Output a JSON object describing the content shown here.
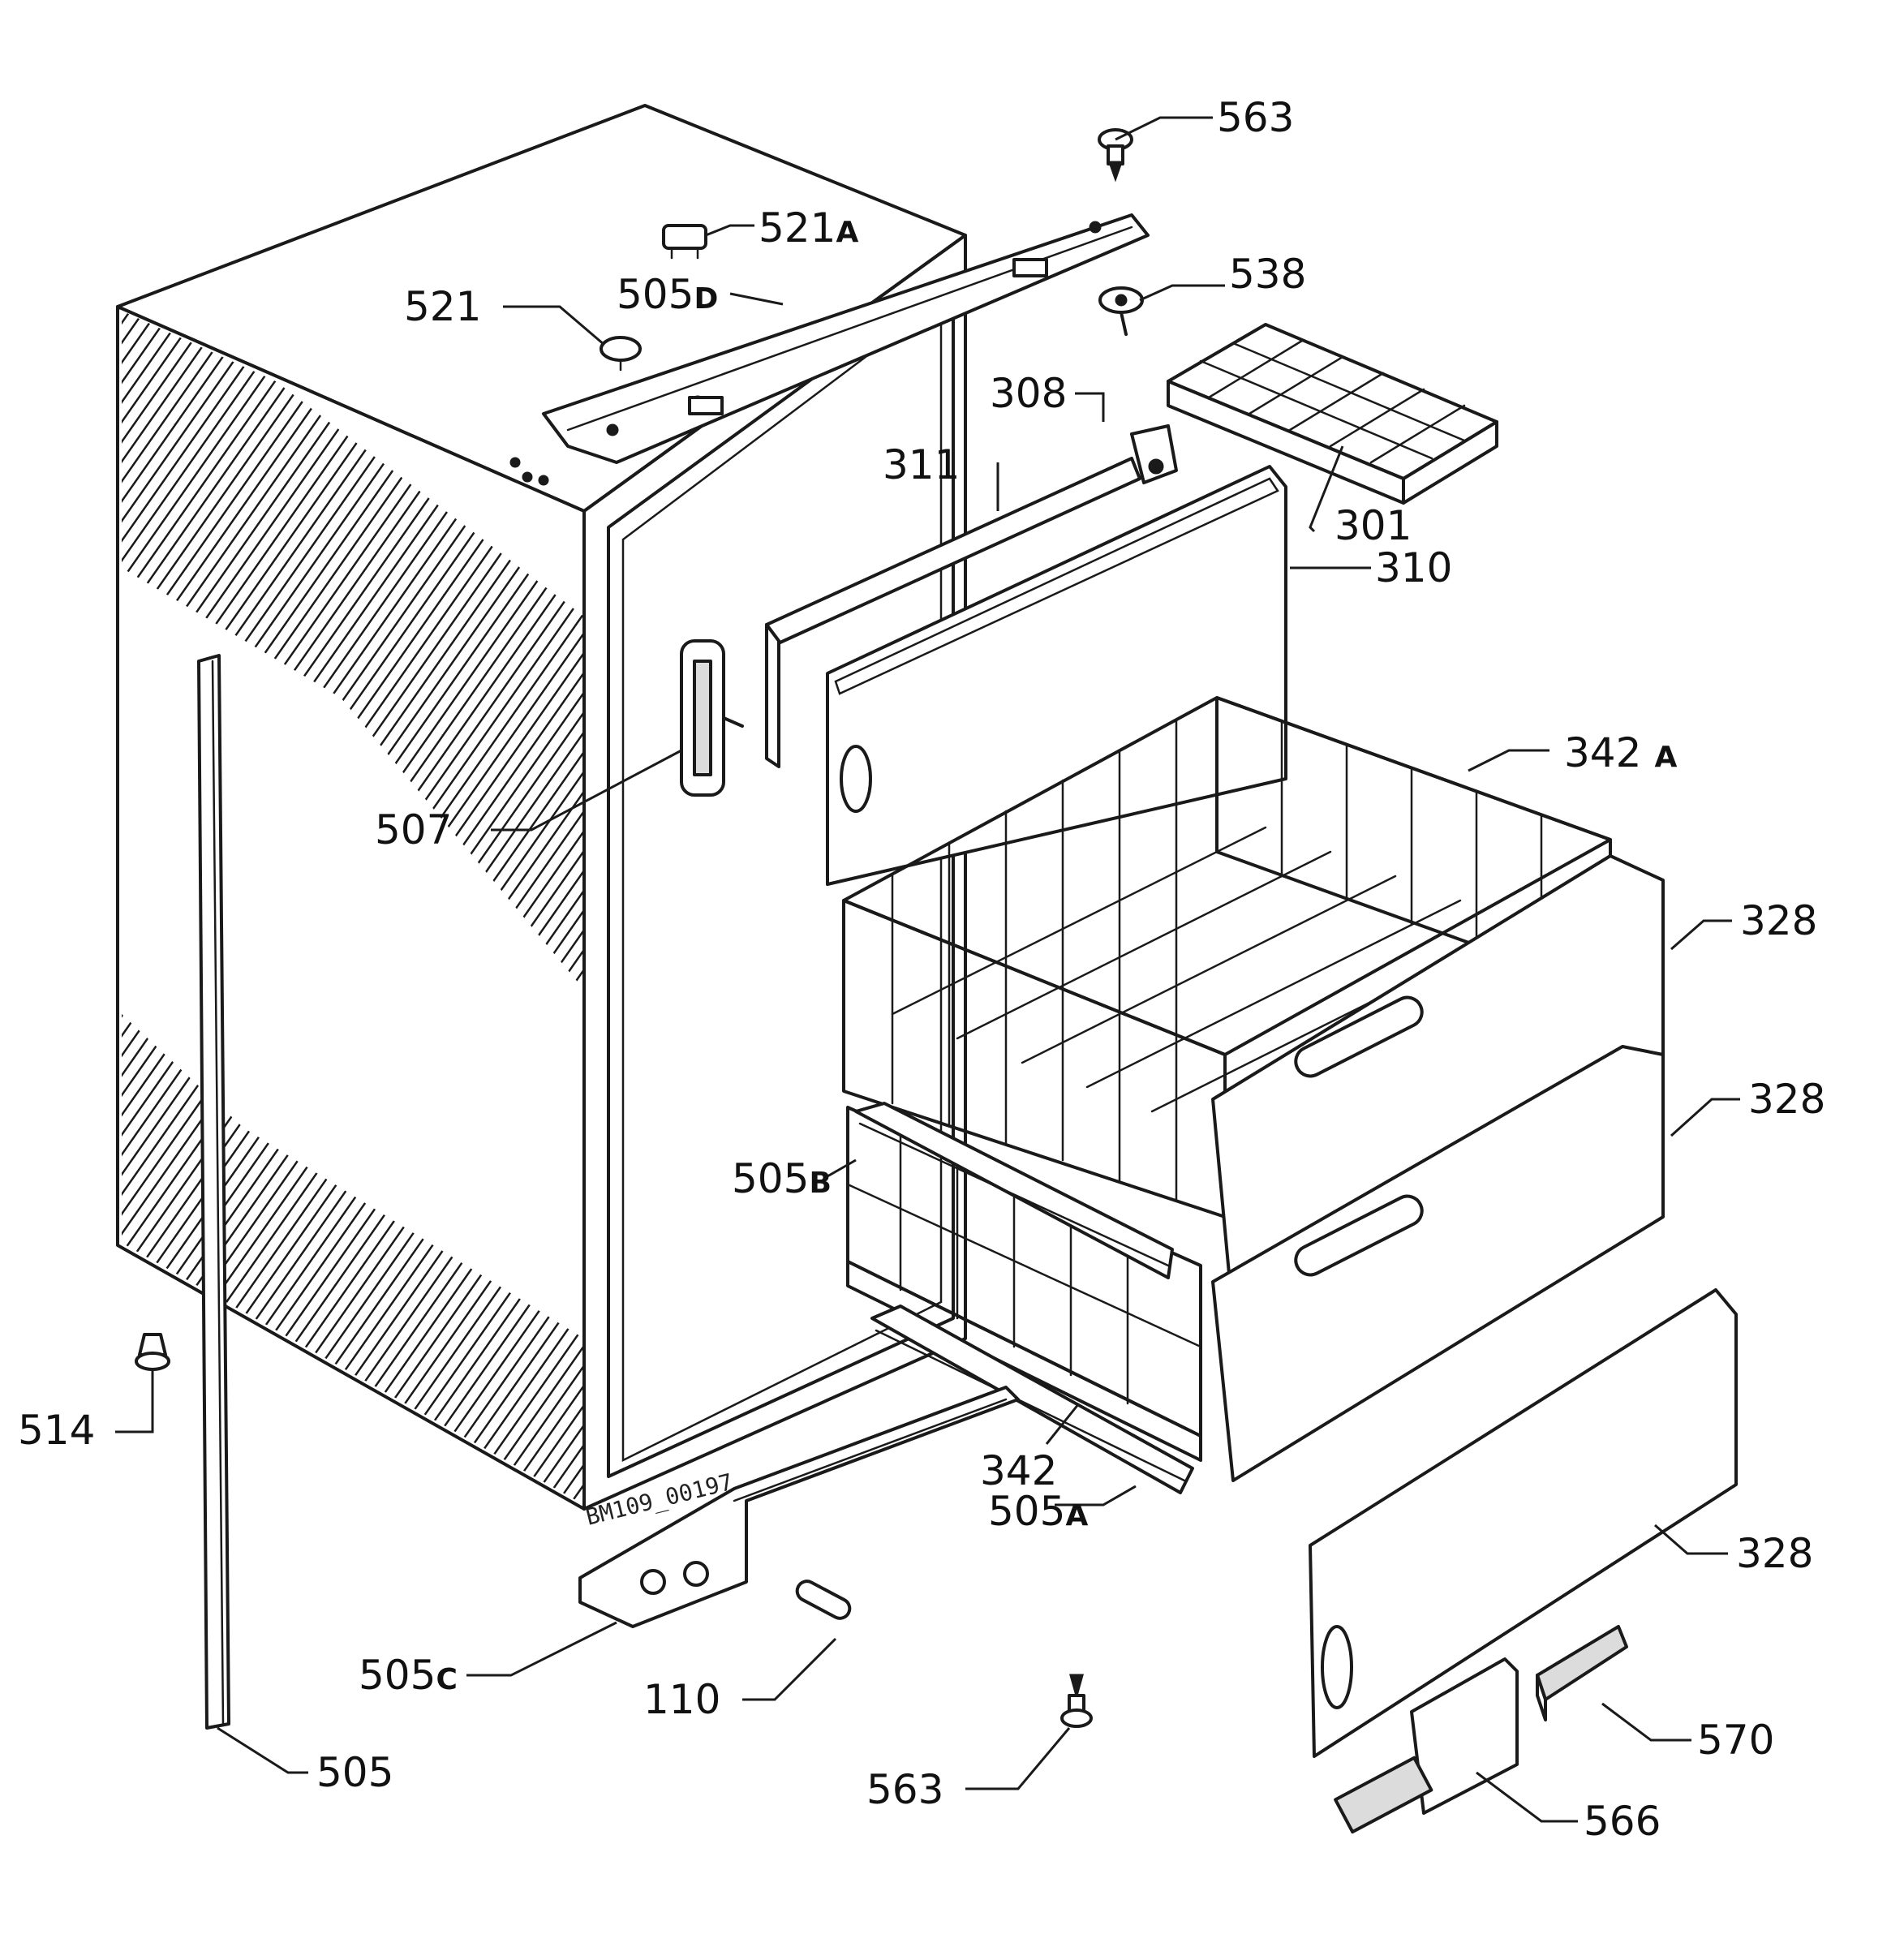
{
  "callouts": [
    {
      "id": "c563t",
      "num": "563",
      "suffix": ""
    },
    {
      "id": "c521A",
      "num": "521",
      "suffix": "A"
    },
    {
      "id": "c538",
      "num": "538",
      "suffix": ""
    },
    {
      "id": "c521",
      "num": "521",
      "suffix": ""
    },
    {
      "id": "c505D",
      "num": "505",
      "suffix": "D"
    },
    {
      "id": "c308",
      "num": "308",
      "suffix": ""
    },
    {
      "id": "c311",
      "num": "311",
      "suffix": ""
    },
    {
      "id": "c301",
      "num": "301",
      "suffix": ""
    },
    {
      "id": "c310",
      "num": "310",
      "suffix": ""
    },
    {
      "id": "c342A",
      "num": "342",
      "suffix": "A"
    },
    {
      "id": "c507",
      "num": "507",
      "suffix": ""
    },
    {
      "id": "c328a",
      "num": "328",
      "suffix": ""
    },
    {
      "id": "c328b",
      "num": "328",
      "suffix": ""
    },
    {
      "id": "c505B",
      "num": "505",
      "suffix": "B"
    },
    {
      "id": "c514",
      "num": "514",
      "suffix": ""
    },
    {
      "id": "c342",
      "num": "342",
      "suffix": ""
    },
    {
      "id": "c505A",
      "num": "505",
      "suffix": "A"
    },
    {
      "id": "c328c",
      "num": "328",
      "suffix": ""
    },
    {
      "id": "c505C",
      "num": "505",
      "suffix": "C"
    },
    {
      "id": "c110",
      "num": "110",
      "suffix": ""
    },
    {
      "id": "c570",
      "num": "570",
      "suffix": ""
    },
    {
      "id": "c563b",
      "num": "563",
      "suffix": ""
    },
    {
      "id": "c566",
      "num": "566",
      "suffix": ""
    },
    {
      "id": "c505",
      "num": "505",
      "suffix": ""
    }
  ],
  "drawing_code": "BM109_00197",
  "colors": {
    "line": "#1a1a1a",
    "background": "#ffffff",
    "hatch": "#1a1a1a"
  }
}
